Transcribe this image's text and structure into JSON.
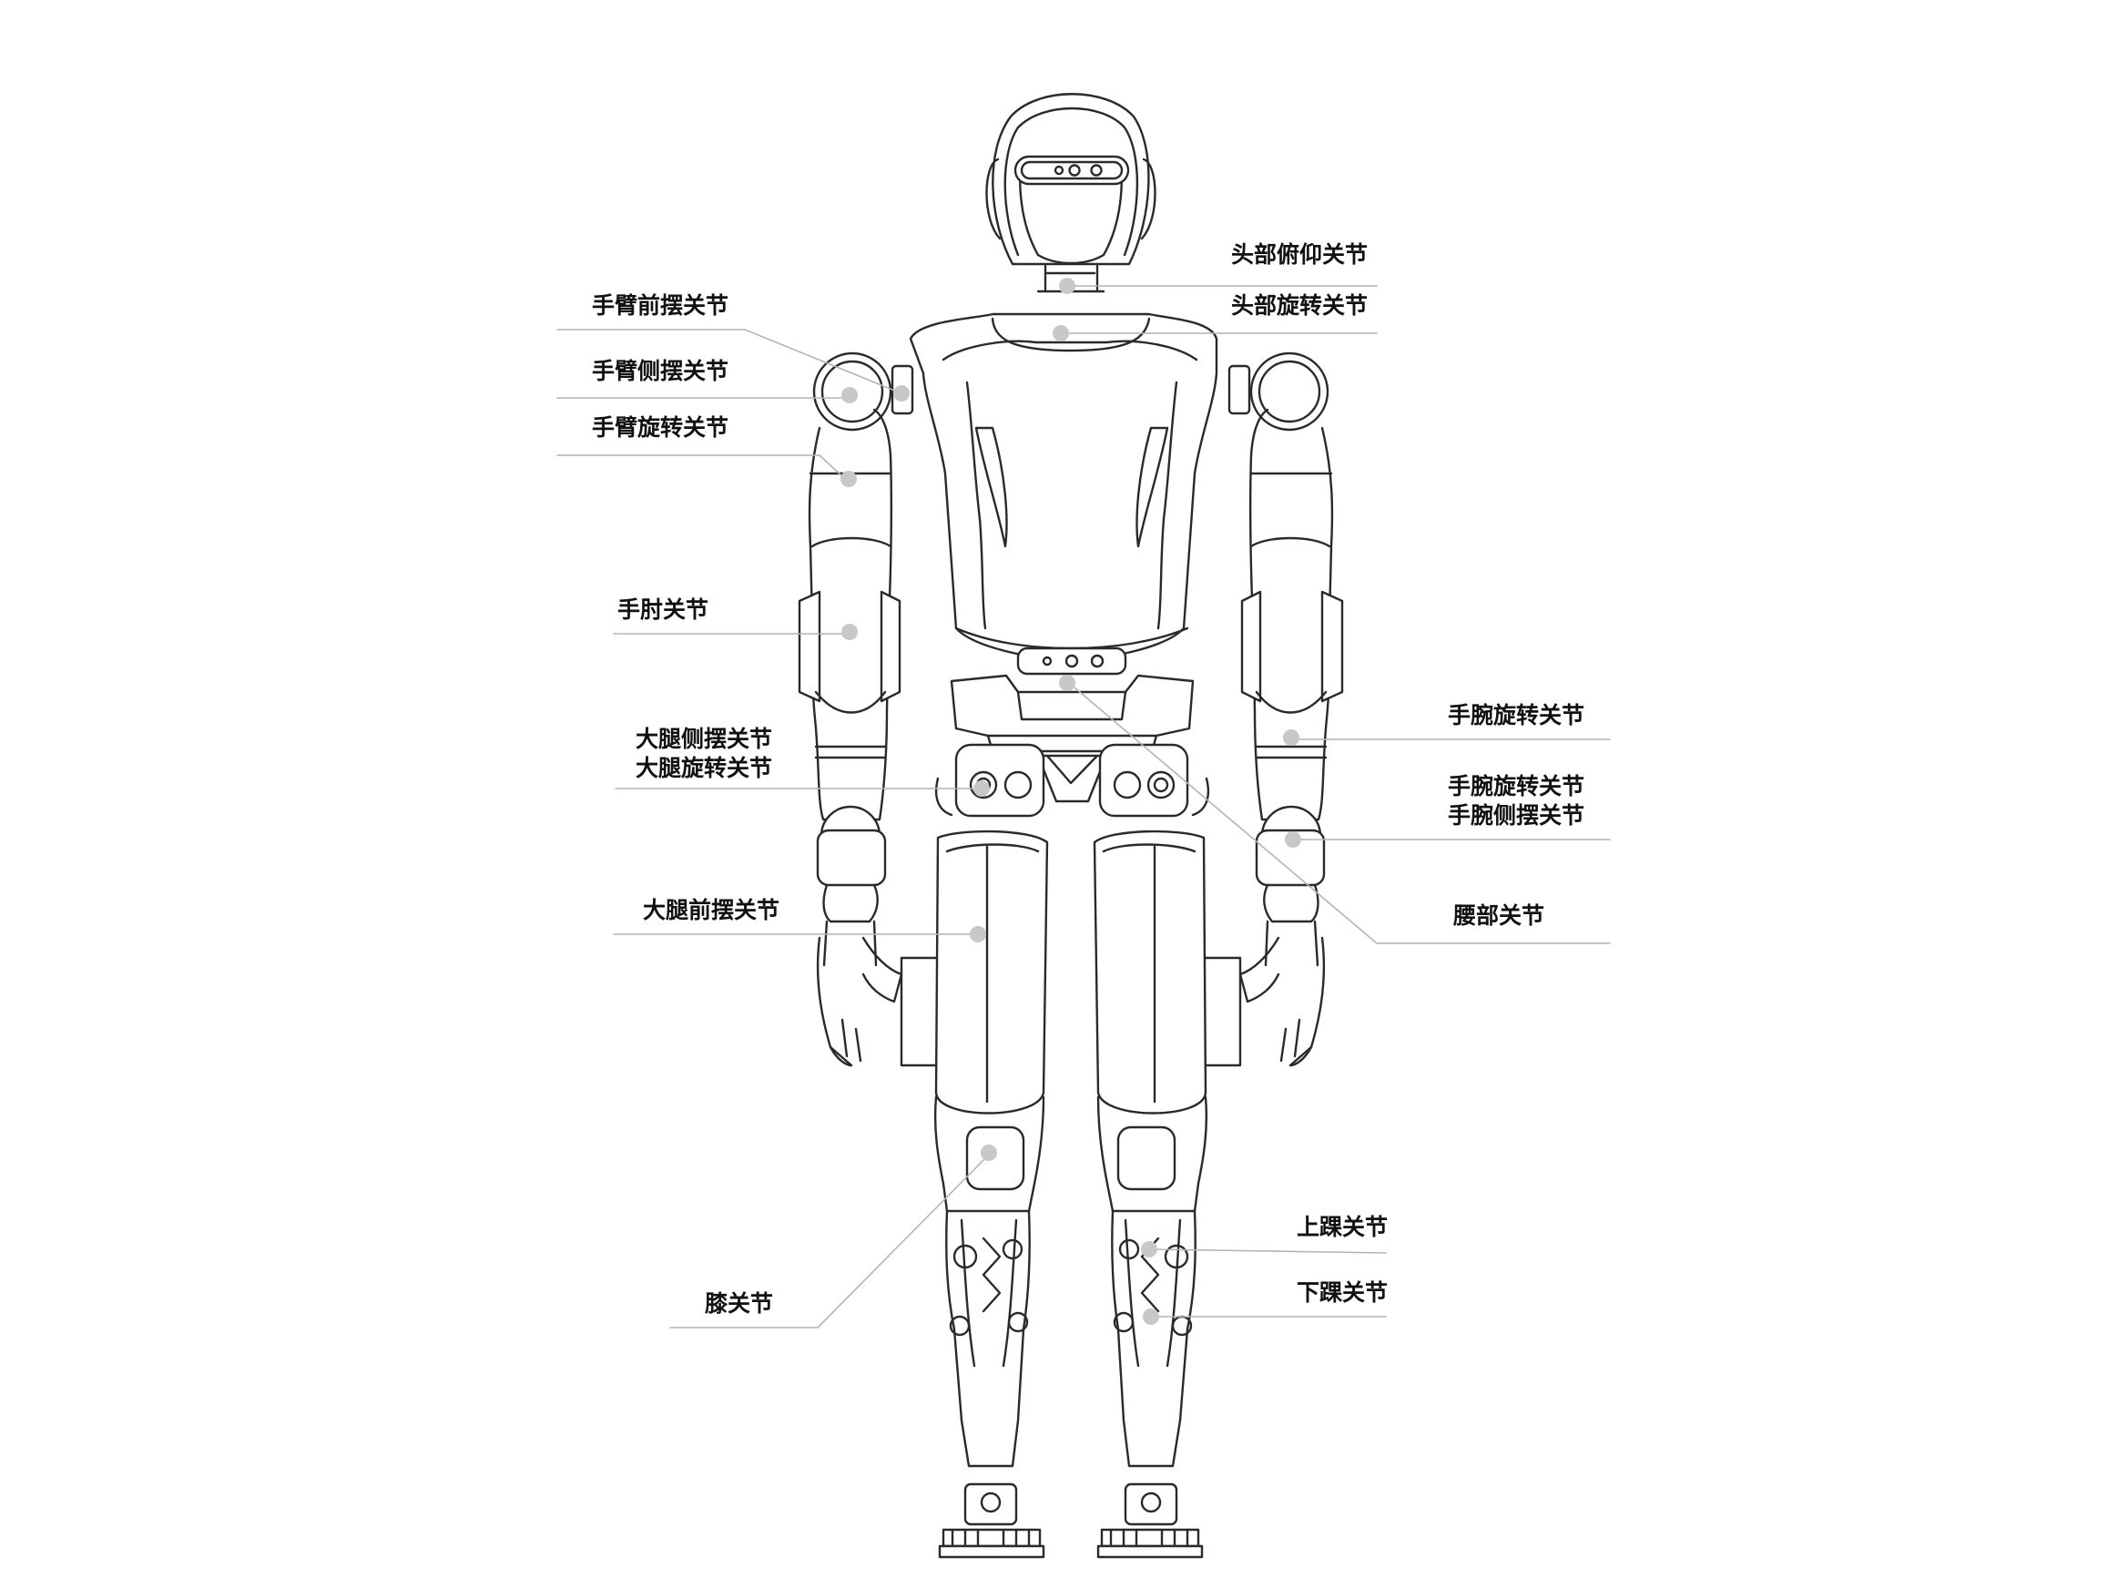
{
  "labels": {
    "head_pitch": "头部俯仰关节",
    "head_rotation": "头部旋转关节",
    "arm_forward_swing": "手臂前摆关节",
    "arm_side_swing": "手臂侧摆关节",
    "arm_rotation": "手臂旋转关节",
    "elbow": "手肘关节",
    "thigh_side_swing": "大腿侧摆关节",
    "thigh_rotation": "大腿旋转关节",
    "thigh_forward_swing": "大腿前摆关节",
    "knee": "膝关节",
    "wrist_rotation_upper": "手腕旋转关节",
    "wrist_rotation_lower": "手腕旋转关节",
    "wrist_side_swing": "手腕侧摆关节",
    "waist": "腰部关节",
    "upper_ankle": "上踝关节",
    "lower_ankle": "下踝关节"
  },
  "colors": {
    "outline": "#2a2a2a",
    "marker": "#c8c8c8",
    "leader_line": "#b4b4b4",
    "text": "#111111"
  }
}
